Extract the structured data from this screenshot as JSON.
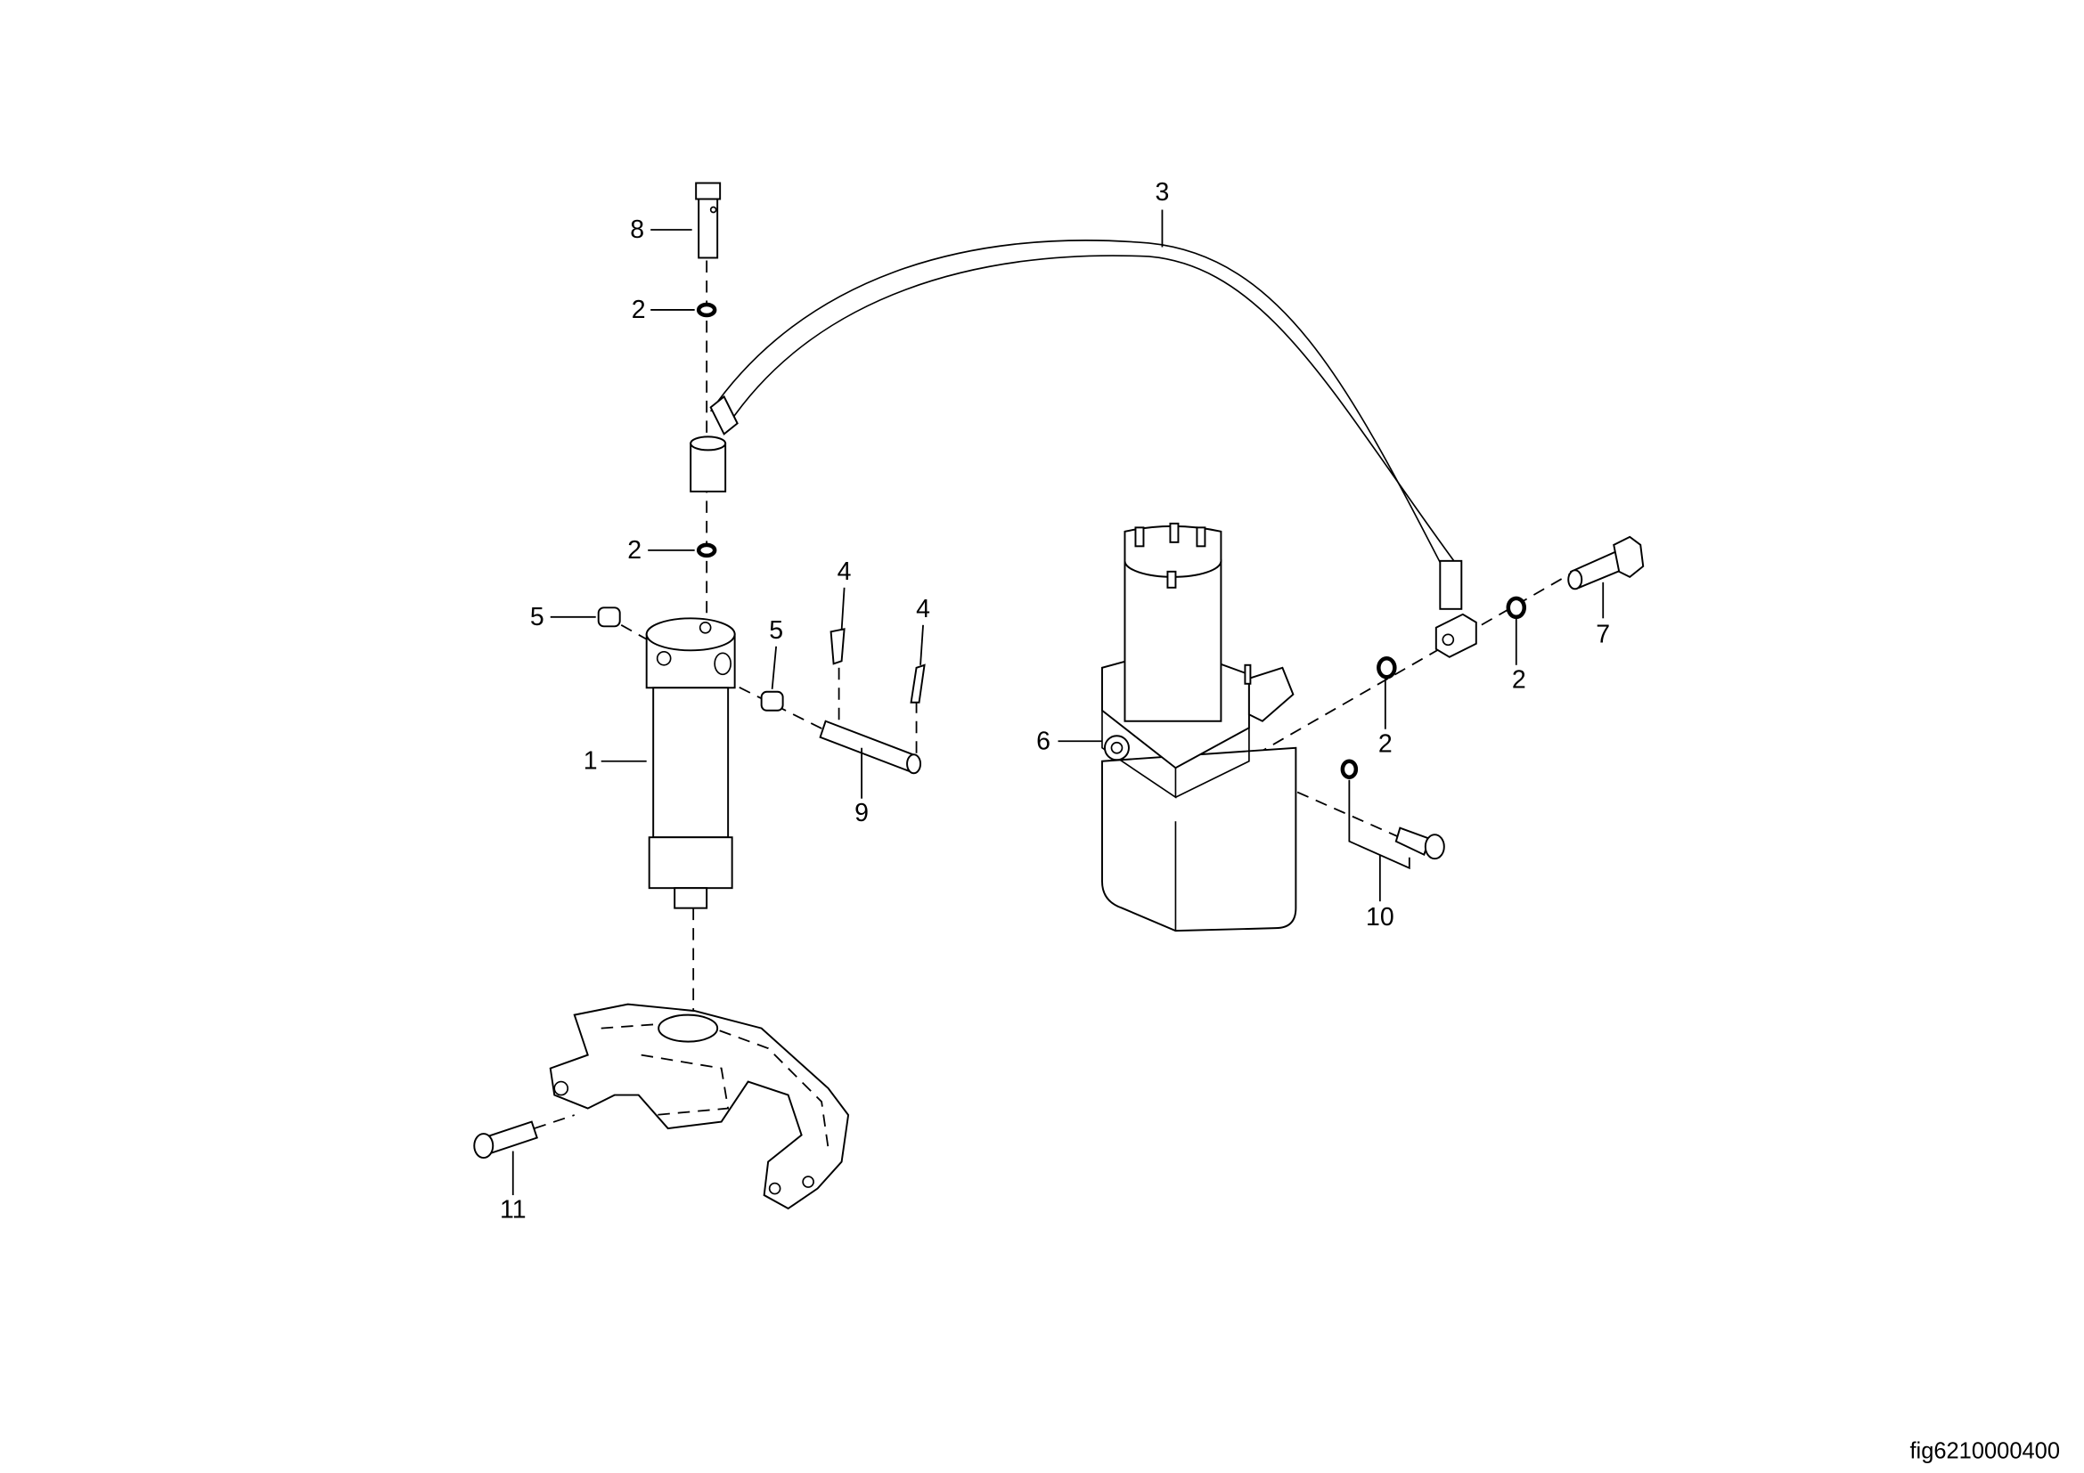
{
  "figure_id": "fig6210000400",
  "callouts": {
    "c1": "1",
    "c2a": "2",
    "c2b": "2",
    "c2c": "2",
    "c2d": "2",
    "c3": "3",
    "c4a": "4",
    "c4b": "4",
    "c5a": "5",
    "c5b": "5",
    "c6": "6",
    "c7": "7",
    "c8": "8",
    "c9": "9",
    "c10": "10",
    "c11": "11"
  }
}
